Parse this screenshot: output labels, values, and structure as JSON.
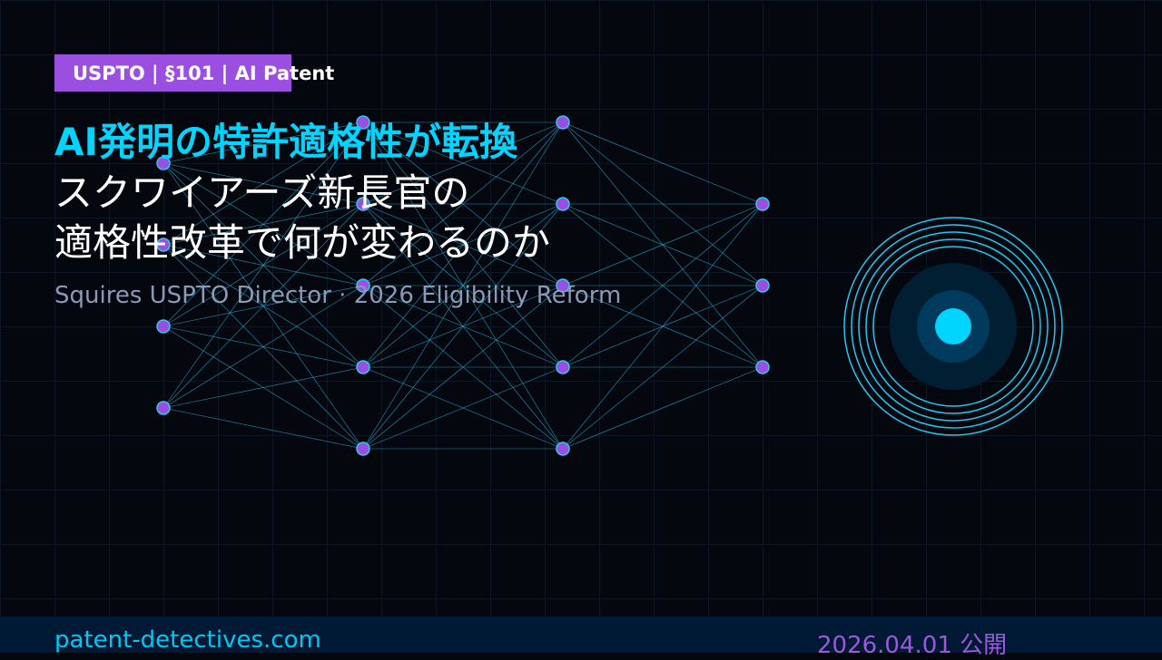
{
  "badge": {
    "label": "USPTO  |  §101  |  AI Patent"
  },
  "title": {
    "line1": "AI発明の特許適格性が転換",
    "line2": "スクワイアーズ新長官の",
    "line3": "適格性改革で何が変わるのか"
  },
  "subtitle": "Squires USPTO Director · 2026 Eligibility Reform",
  "footer": {
    "site": "patent-detectives.com",
    "date": "2026.04.01 公開"
  },
  "colors": {
    "accent": "#00d4ff",
    "purple": "#9b4fe0",
    "background": "#05070f",
    "footer": "#001a36"
  },
  "network": {
    "layers": [
      4,
      5,
      5,
      3
    ]
  }
}
